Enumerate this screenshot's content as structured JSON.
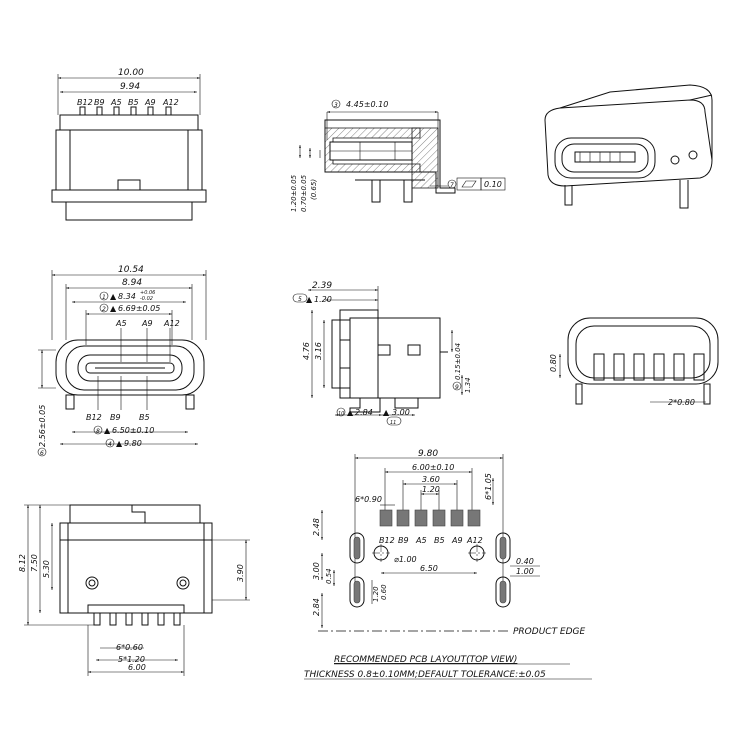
{
  "views": {
    "top_front": {
      "dims": {
        "overall": "10.00",
        "inner": "9.94"
      },
      "pins": [
        "B12",
        "B9",
        "A5",
        "B5",
        "A9",
        "A12"
      ]
    },
    "side_section": {
      "dims": {
        "depth": "4.45±0.10",
        "depth_ref": "3",
        "flatness": "0.10",
        "flatness_ref": "7",
        "h1": "1.20±0.05",
        "h2": "0.70±0.05",
        "h3": "(0.65)"
      }
    },
    "front_view": {
      "dims": {
        "overall": "10.54",
        "width2": "8.94",
        "inner_ref": "1",
        "inner": "8.34",
        "inner_tol_up": "+0.06",
        "inner_tol_dn": "-0.02",
        "inner2_ref": "2",
        "inner2": "6.69±0.05",
        "pitch_ref": "8",
        "pitch": "6.50±0.10",
        "foot_ref": "4",
        "foot": "9.80",
        "height_ref": "6",
        "height": "2.56±0.05"
      },
      "top_pins": [
        "A5",
        "A9",
        "A12"
      ],
      "bottom_pins": [
        "B12",
        "B9",
        "B5"
      ]
    },
    "side_view": {
      "dims": {
        "w1": "2.39",
        "w2_ref": "5",
        "w2": "1.20",
        "h1": "4.76",
        "h2": "3.16",
        "h3": "0.15±0.04",
        "h3_ref": "9",
        "h4": "1.34",
        "b1_ref": "10",
        "b1": "2.84",
        "b2": "3.00",
        "b2_ref": "11"
      }
    },
    "rear_view": {
      "dims": {
        "height": "0.80",
        "pitch": "2*0.80"
      }
    },
    "bottom_view": {
      "dims": {
        "h1": "8.12",
        "h2": "7.50",
        "h3": "5.30",
        "h4": "3.90",
        "pitch1": "6*0.60",
        "pitch2": "5*1.20",
        "width": "6.00"
      }
    },
    "pcb_layout": {
      "dims": {
        "overall": "9.80",
        "pads": "6.00±0.10",
        "inner1": "3.60",
        "inner2": "1.20",
        "pad_w": "6*0.90",
        "pad_l": "6*1.05",
        "y1": "2.48",
        "y2": "3.00",
        "y3": "0.54",
        "y4": "2.84",
        "hole": "⌀1.00",
        "spacing": "6.50",
        "slot_w": "0.40",
        "slot_l": "1.00",
        "slot_v1": "1.20",
        "slot_v2": "0.60"
      },
      "pins": [
        "B12",
        "B9",
        "A5",
        "B5",
        "A9",
        "A12"
      ],
      "product_edge": "PRODUCT EDGE",
      "title": "RECOMMENDED PCB LAYOUT(TOP VIEW)",
      "note": "THICKNESS 0.8±0.10MM;DEFAULT TOLERANCE:±0.05"
    }
  }
}
